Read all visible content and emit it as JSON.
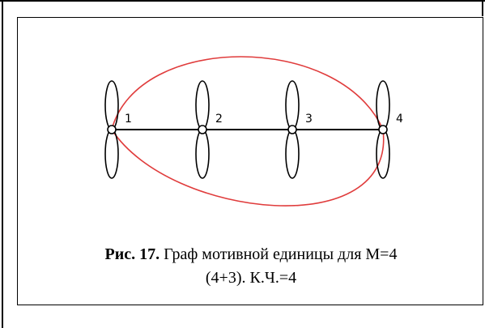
{
  "figure": {
    "nodes": [
      {
        "label": "1"
      },
      {
        "label": "2"
      },
      {
        "label": "3"
      },
      {
        "label": "4"
      }
    ],
    "colors": {
      "edge": "#000000",
      "loop": "#e03c3c",
      "petal": "#000000"
    }
  },
  "caption": {
    "label": "Рис. 17.",
    "text": "Граф мотивной единицы для M=4",
    "line2": "(4+3). К.Ч.=4"
  }
}
